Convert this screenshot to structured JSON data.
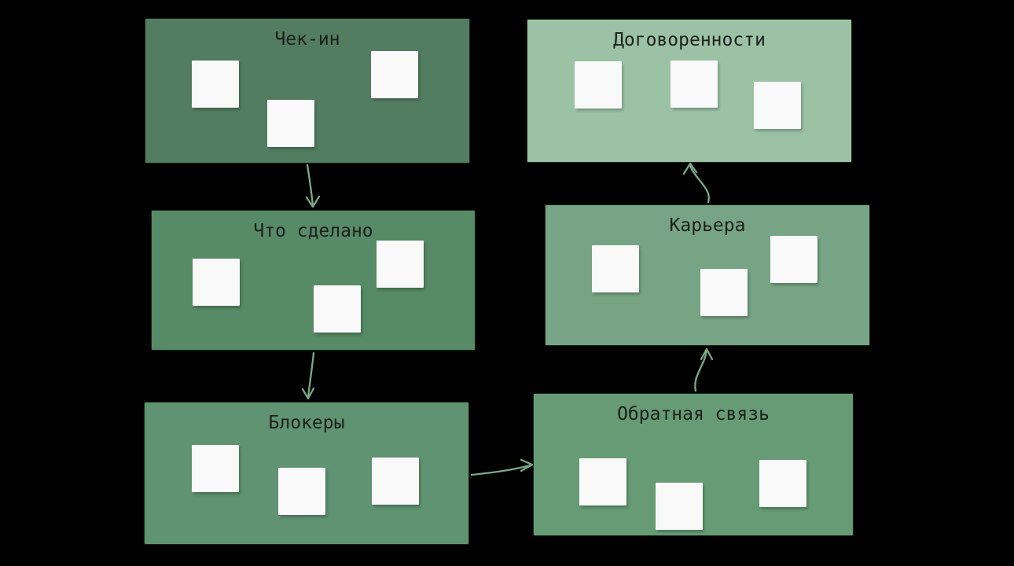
{
  "canvas": {
    "background": "#000000"
  },
  "style": {
    "note_color": "#f8f9f8",
    "arrow_color": "#7aa988",
    "frame_border": "#13251a",
    "title_color": "#1d1f1d"
  },
  "frames": [
    {
      "title": "Чек-ин",
      "fill": "#527d60"
    },
    {
      "title": "Договоренности",
      "fill": "#9cc2a6"
    },
    {
      "title": "Что сделано",
      "fill": "#578a66"
    },
    {
      "title": "Карьера",
      "fill": "#76a484"
    },
    {
      "title": "Блокеры",
      "fill": "#5f9371"
    },
    {
      "title": "Обратная связь",
      "fill": "#669b75"
    }
  ],
  "connections": [
    {
      "from": "Чек-ин",
      "to": "Что сделано"
    },
    {
      "from": "Что сделано",
      "to": "Блокеры"
    },
    {
      "from": "Блокеры",
      "to": "Обратная связь"
    },
    {
      "from": "Обратная связь",
      "to": "Карьера"
    },
    {
      "from": "Карьера",
      "to": "Договоренности"
    }
  ]
}
